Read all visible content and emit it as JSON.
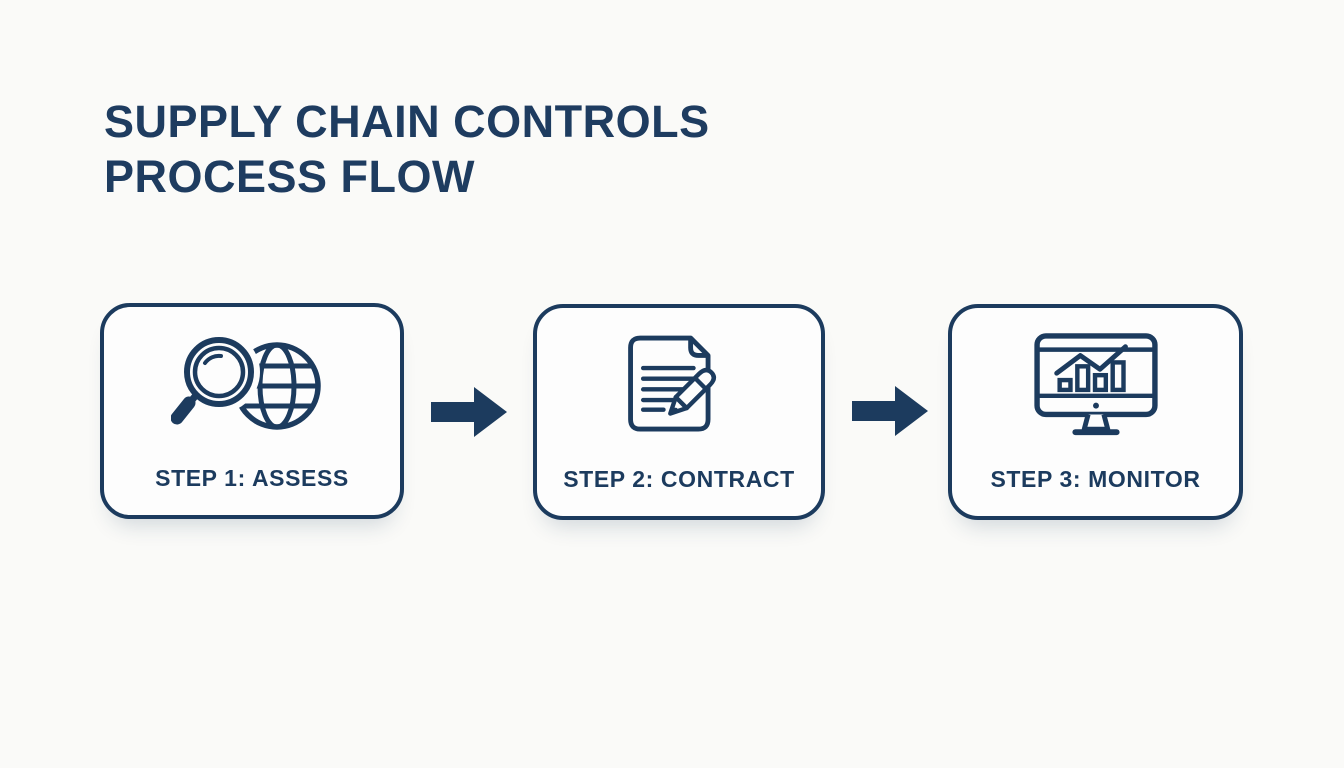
{
  "title": {
    "line1": "SUPPLY CHAIN CONTROLS",
    "line2": "PROCESS FLOW"
  },
  "steps": [
    {
      "label": "STEP 1: ASSESS",
      "icon": "magnifier-globe-icon"
    },
    {
      "label": "STEP 2: CONTRACT",
      "icon": "document-pen-icon"
    },
    {
      "label": "STEP 3: MONITOR",
      "icon": "monitor-chart-icon"
    }
  ],
  "arrows": [
    {
      "icon": "right-arrow-icon"
    },
    {
      "icon": "right-arrow-icon"
    }
  ],
  "colors": {
    "navy": "#1c3b5e",
    "background": "#fafaf8",
    "box_fill": "#fdfdfd"
  }
}
